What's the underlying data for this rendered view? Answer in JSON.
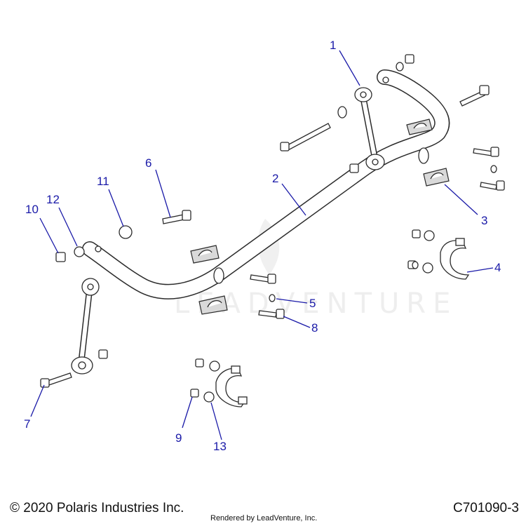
{
  "callouts": [
    "1",
    "2",
    "3",
    "4",
    "5",
    "6",
    "7",
    "8",
    "9",
    "10",
    "11",
    "12",
    "13"
  ],
  "watermark": "LEADVENTURE",
  "footer": {
    "copyright": "© 2020 Polaris Industries Inc.",
    "rendered_by": "Rendered by LeadVenture, Inc.",
    "diagram_code": "C701090-3"
  },
  "colors": {
    "callout": "#1a1aa8",
    "line": "#2b2b2b"
  }
}
